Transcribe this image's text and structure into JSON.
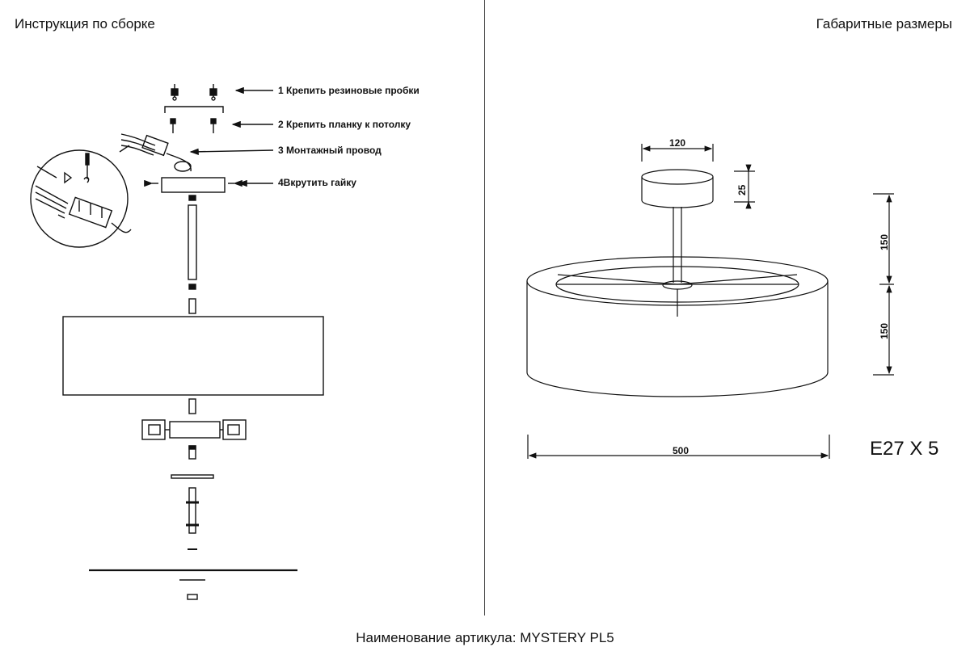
{
  "header": {
    "left_title": "Инструкция по сборке",
    "right_title": "Габаритные размеры"
  },
  "assembly_steps": [
    "1  Крепить резиновые пробки",
    "2  Крепить планку к потолку",
    "3  Монтажный провод",
    "4Вкрутить гайку"
  ],
  "dimensions": {
    "canopy_diameter": "120",
    "canopy_height": "25",
    "drop_upper": "150",
    "drop_lower": "150",
    "shade_diameter": "500"
  },
  "lamp_spec": "E27 X 5",
  "footer": {
    "article": "Наименование артикула: MYSTERY PL5"
  }
}
